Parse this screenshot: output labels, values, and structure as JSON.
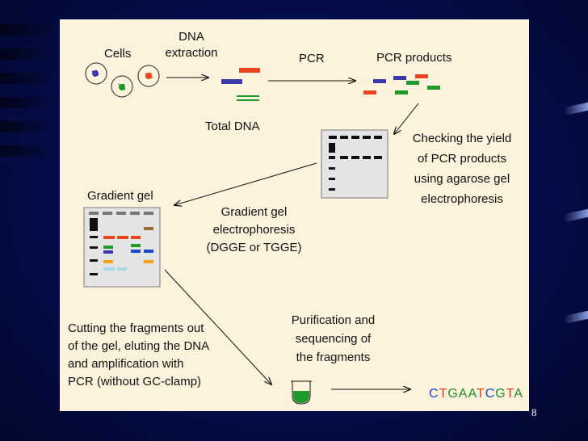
{
  "slide": {
    "labels": {
      "cells": "Cells",
      "dna_extraction": "DNA\nextraction",
      "pcr": "PCR",
      "pcr_products": "PCR products",
      "total_dna": "Total DNA",
      "checking_yield": "Checking the yield\nof PCR products\nusing agarose gel\nelectrophoresis",
      "gradient_gel": "Gradient gel",
      "gradient_electrophoresis": "Gradient gel\nelectrophoresis\n(DGGE or TGGE)",
      "cutting": "Cutting the fragments out\nof the gel, eluting the DNA\nand amplification with\nPCR (without GC-clamp)",
      "purification": "Purification and\nsequencing of\nthe fragments"
    },
    "sequence": [
      {
        "base": "C",
        "color": "#1a46c8"
      },
      {
        "base": "T",
        "color": "#e0401a"
      },
      {
        "base": "G",
        "color": "#1f8a2a"
      },
      {
        "base": "A",
        "color": "#1f8a2a"
      },
      {
        "base": "A",
        "color": "#1f8a2a"
      },
      {
        "base": "T",
        "color": "#e0401a"
      },
      {
        "base": "C",
        "color": "#1a46c8"
      },
      {
        "base": "G",
        "color": "#1f8a2a"
      },
      {
        "base": "T",
        "color": "#e0401a"
      },
      {
        "base": "A",
        "color": "#1f8a2a"
      }
    ]
  },
  "page_number": "8",
  "colors": {
    "background": "#040d4a",
    "panel": "#fdf2dc",
    "red": "#e8451e",
    "blue": "#3b3aa8",
    "green": "#1f9a2a",
    "orange": "#f2a41e",
    "light_blue": "#a8d8e8",
    "brown": "#9a6a3a"
  }
}
